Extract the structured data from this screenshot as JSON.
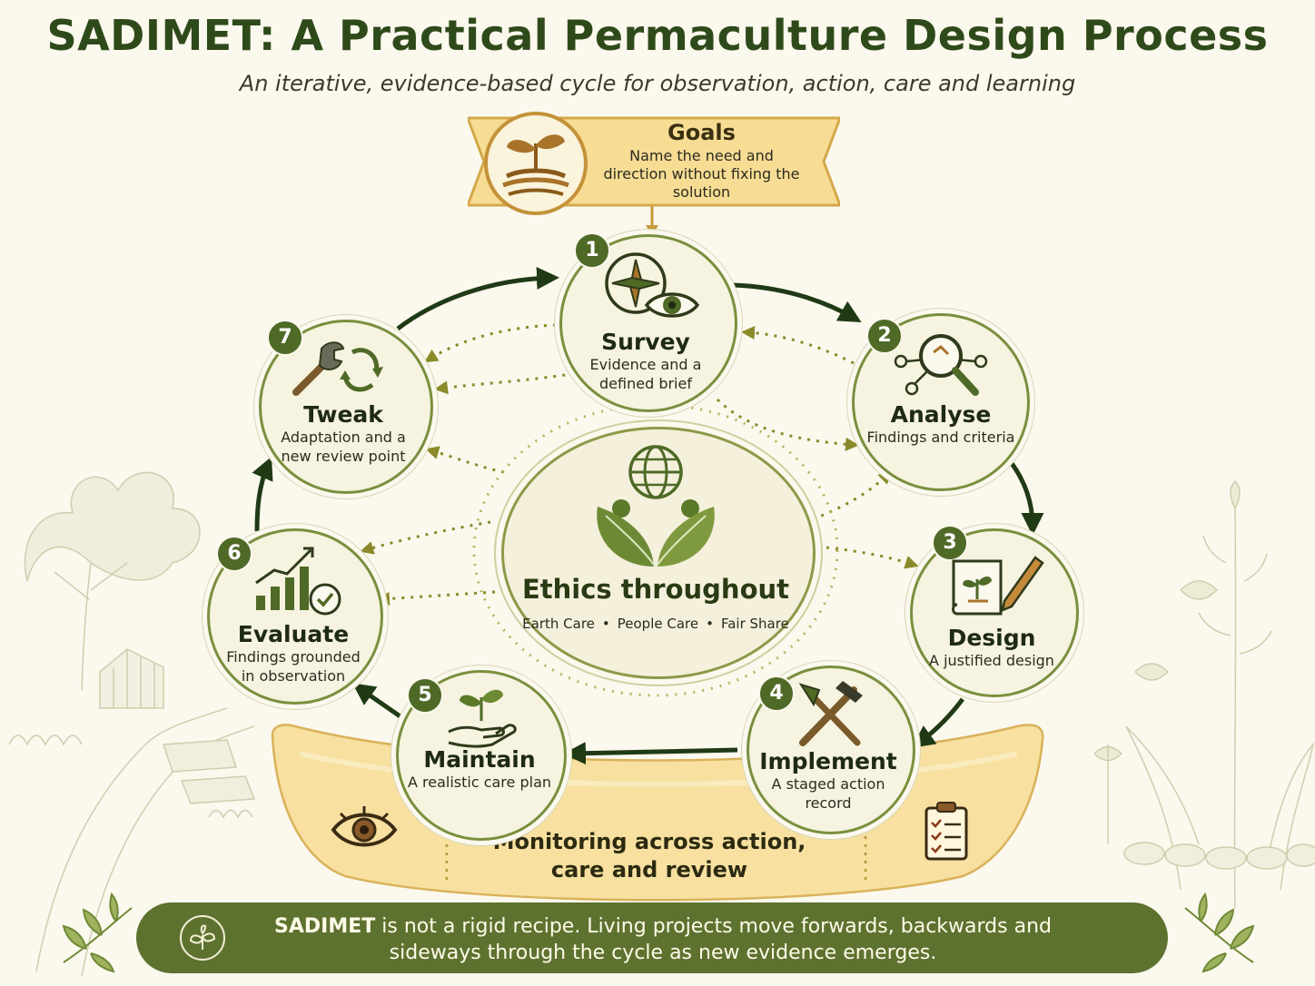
{
  "title": "SADIMET: A Practical Permaculture Design Process",
  "subtitle": "An iterative, evidence-based cycle for observation, action, care and learning",
  "goals": {
    "title": "Goals",
    "description": "Name the need and direction without fixing the solution",
    "icon": "sprout-soil-icon"
  },
  "steps": [
    {
      "number": "1",
      "title": "Survey",
      "description": "Evidence and a defined brief",
      "icon": "compass-eye-icon"
    },
    {
      "number": "2",
      "title": "Analyse",
      "description": "Findings and criteria",
      "icon": "magnifier-network-icon"
    },
    {
      "number": "3",
      "title": "Design",
      "description": "A justified design",
      "icon": "plan-pencil-icon"
    },
    {
      "number": "4",
      "title": "Implement",
      "description": "A staged action record",
      "icon": "hammer-trowel-icon"
    },
    {
      "number": "5",
      "title": "Maintain",
      "description": "A realistic care plan",
      "icon": "hand-seedling-icon"
    },
    {
      "number": "6",
      "title": "Evaluate",
      "description": "Findings grounded in observation",
      "icon": "bar-chart-check-icon"
    },
    {
      "number": "7",
      "title": "Tweak",
      "description": "Adaptation and a new review point",
      "icon": "wrench-cycle-icon"
    }
  ],
  "center": {
    "title": "Ethics throughout",
    "ethics": [
      "Earth Care",
      "People Care",
      "Fair Share"
    ],
    "icon": "globe-people-leaves-icon"
  },
  "monitoring": {
    "label": "Monitoring across action, care and review",
    "icons": [
      "eye-icon",
      "clipboard-checklist-icon"
    ]
  },
  "footer": {
    "bold": "SADIMET",
    "text": " is not a rigid recipe. Living projects move forwards, backwards and sideways through the cycle as new evidence emerges.",
    "icon": "leaf-circle-icon"
  },
  "colors": {
    "primary_green": "#4f6a26",
    "node_border": "#7a8f3e",
    "gold_banner": "#f7dc94",
    "background": "#fbf8ee",
    "footer_bar": "#5e7230"
  }
}
